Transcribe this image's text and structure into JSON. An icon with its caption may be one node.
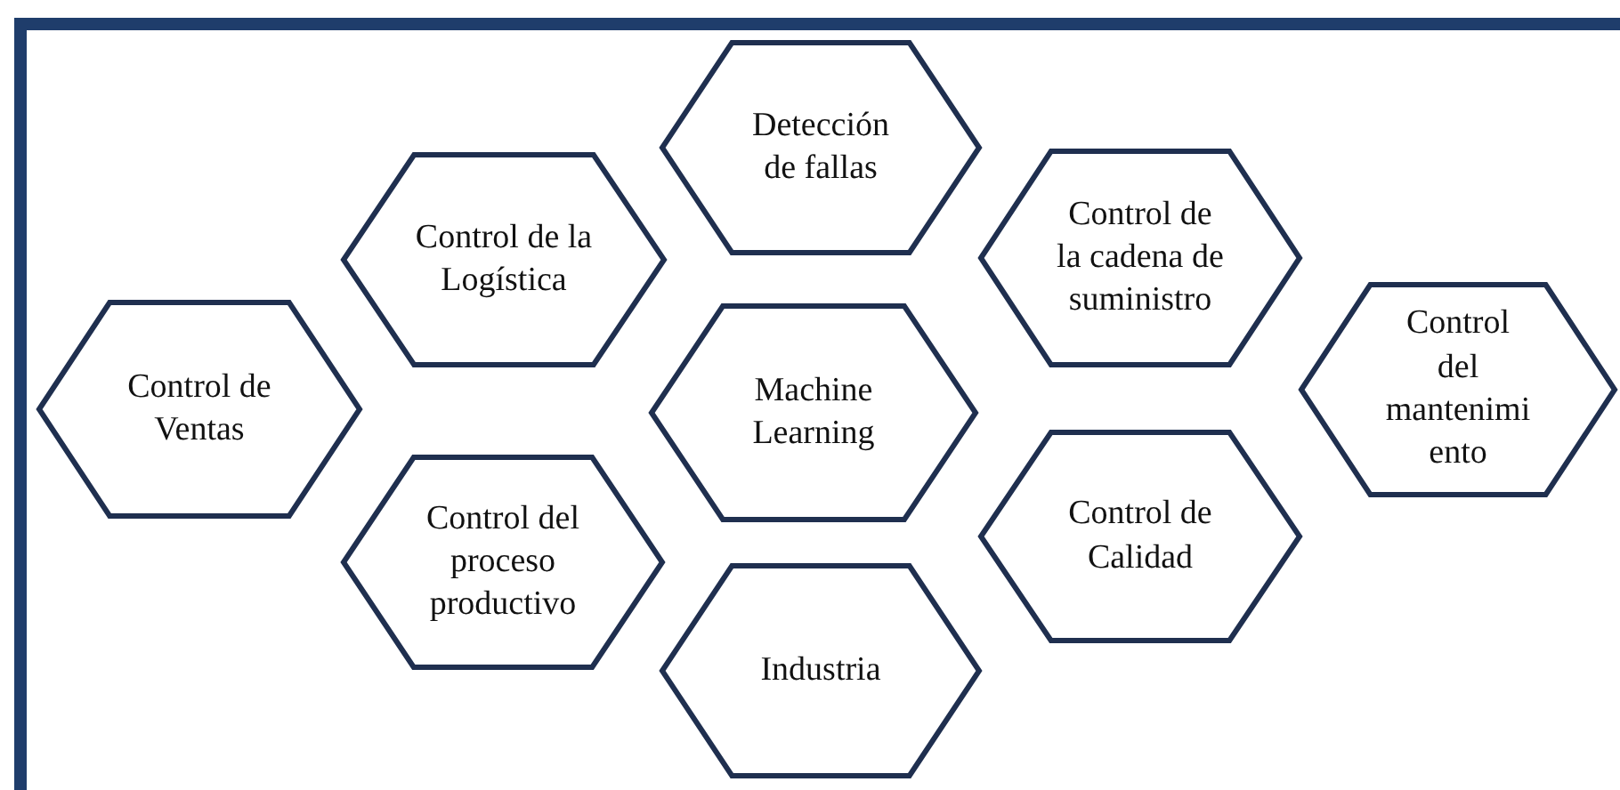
{
  "diagram": {
    "nodes": [
      {
        "text": [
          "Detección de fallas"
        ]
      },
      {
        "text": [
          "Control de la Logística"
        ]
      },
      {
        "text": [
          "Control de la cadena de suministro"
        ]
      },
      {
        "text": [
          "Control de Ventas"
        ]
      },
      {
        "text": [
          "Machine Learning"
        ]
      },
      {
        "text": [
          "Control del mantenimi ento"
        ]
      },
      {
        "text": [
          "Control del proceso productivo"
        ]
      },
      {
        "text": [
          "Control de Calidad"
        ]
      },
      {
        "text": [
          "Industria"
        ]
      }
    ]
  }
}
